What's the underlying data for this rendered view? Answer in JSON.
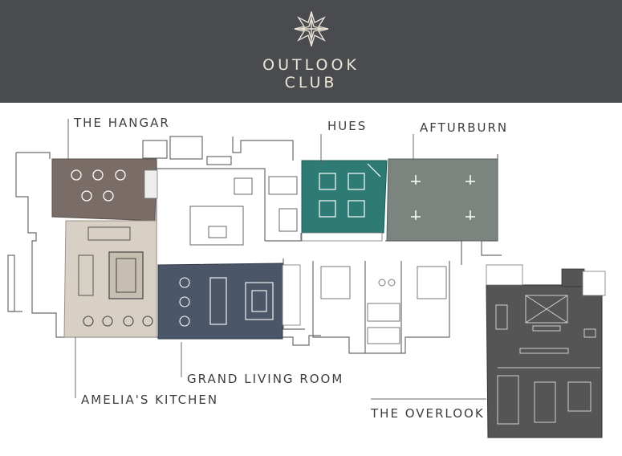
{
  "brand": {
    "name_line1": "OUTLOOK",
    "name_line2": "CLUB",
    "logo_icon": "star-compass-icon"
  },
  "rooms": {
    "hangar": "THE HANGAR",
    "hues": "HUES",
    "afturburn": "AFTURBURN",
    "grand_living": "GRAND LIVING ROOM",
    "amelias_kitchen": "AMELIA'S KITCHEN",
    "overlook": "THE OVERLOOK"
  },
  "colors": {
    "header": "#4a4b4f",
    "hangar": "#7a6c66",
    "hues": "#2d7b74",
    "afturburn": "#7c847f",
    "grand_living": "#4b5668",
    "amelias_kitchen": "#d8d0c4",
    "overlook": "#555555"
  }
}
